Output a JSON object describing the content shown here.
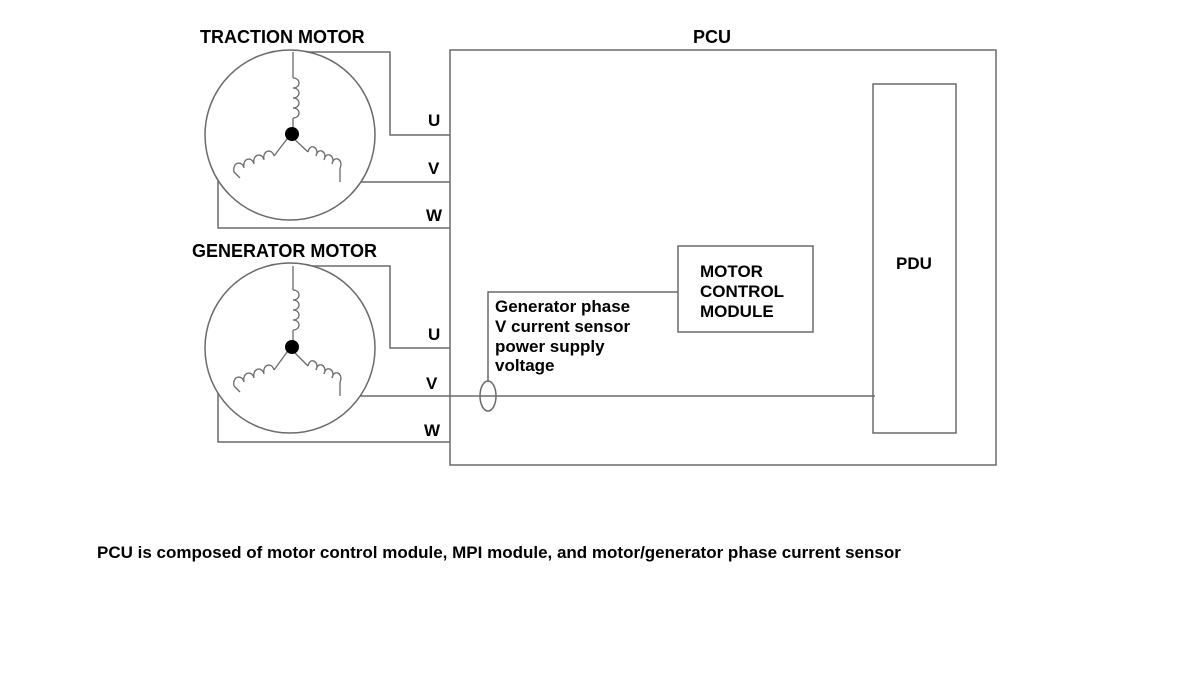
{
  "diagram": {
    "traction_motor_label": "TRACTION MOTOR",
    "generator_motor_label": "GENERATOR MOTOR",
    "pcu_label": "PCU",
    "pdu_label": "PDU",
    "motor_control_module_lines": [
      "MOTOR",
      "CONTROL",
      "MODULE"
    ],
    "sensor_label_lines": [
      "Generator phase",
      "V current sensor",
      "power supply",
      "voltage"
    ],
    "traction_phase_labels": [
      "U",
      "V",
      "W"
    ],
    "generator_phase_labels": [
      "U",
      "V",
      "W"
    ]
  },
  "caption": "PCU is composed of motor control module, MPI module, and motor/generator phase current sensor",
  "colors": {
    "line": "#6a6a6a",
    "text": "#000000",
    "background": "#ffffff"
  }
}
